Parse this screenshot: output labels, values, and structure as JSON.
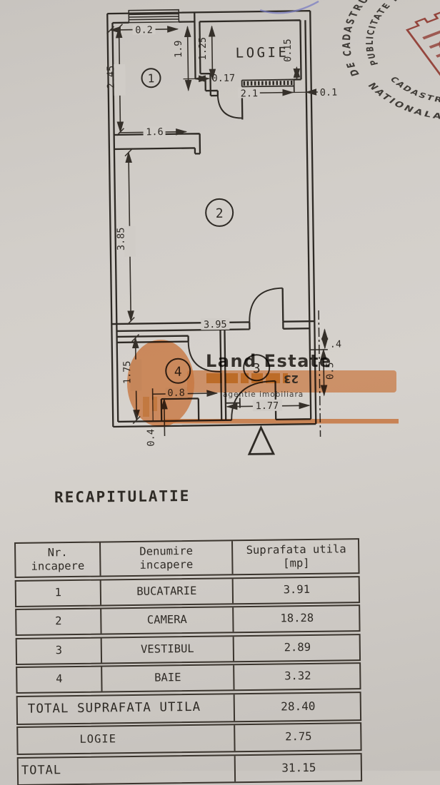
{
  "heading": "RECAPITULATIE",
  "plan": {
    "logie_label": "LOGIE",
    "rooms": {
      "r1": "1",
      "r2": "2",
      "r3": "3",
      "r4": "4"
    },
    "dims": {
      "d02": "0.2",
      "d19": "1.9",
      "d125": "1.25",
      "d015": "0.15",
      "d245": "2.45",
      "d017": "0.17",
      "d21": "2.1",
      "d01": "0.1",
      "d16": "1.6",
      "d385": "3.85",
      "d395": "3.95",
      "d175": "1.75",
      "d08": "0.8",
      "d177": "1.77",
      "d04": "0.4",
      "dp4": ".4",
      "d05": "0.5"
    }
  },
  "watermark": {
    "brand": "Land Estate",
    "tagline": "agentie imobiliara",
    "mark": "23"
  },
  "stamp": {
    "outer_top": "DE CADASTRU SI PUBLICITATE",
    "outer_bottom": "NATIONALA",
    "inner_top": "PUBLICITATE IMOBILIARA AL",
    "inner_bottom": "CADASTRU SI"
  },
  "table": {
    "header": {
      "col1a": "Nr.",
      "col1b": "incapere",
      "col2a": "Denumire",
      "col2b": "incapere",
      "col3a": "Suprafata utila",
      "col3b": "[mp]"
    },
    "rows": [
      {
        "nr": "1",
        "name": "BUCATARIE",
        "area": "3.91"
      },
      {
        "nr": "2",
        "name": "CAMERA",
        "area": "18.28"
      },
      {
        "nr": "3",
        "name": "VESTIBUL",
        "area": "2.89"
      },
      {
        "nr": "4",
        "name": "BAIE",
        "area": "3.32"
      }
    ],
    "total_utila": {
      "label": "TOTAL SUPRAFATA UTILA",
      "value": "28.40"
    },
    "logie_row": {
      "label": "LOGIE",
      "value": "2.75"
    },
    "total_row": {
      "label": "TOTAL",
      "value": "31.15"
    }
  }
}
